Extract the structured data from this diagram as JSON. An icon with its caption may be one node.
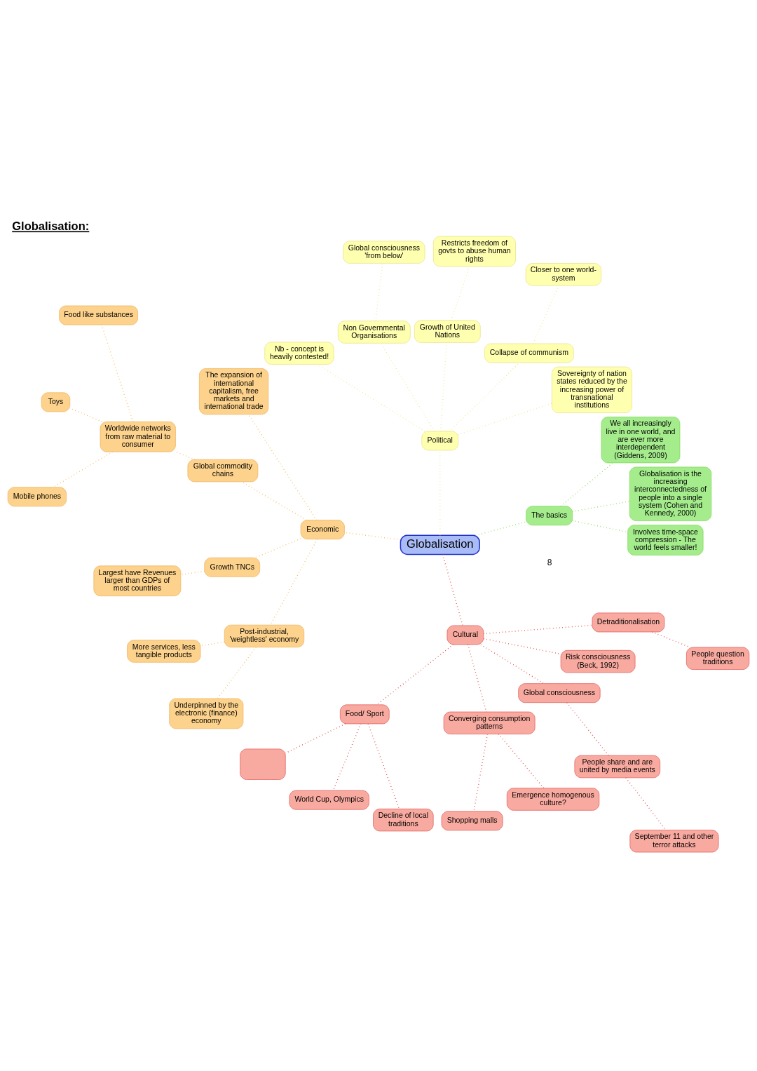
{
  "diagram": {
    "title": "Globalisation:",
    "nodes": [
      {
        "text": [
          "Globalisation"
        ]
      },
      {
        "text": [
          "The basics"
        ]
      },
      {
        "text": [
          "Involves time-space compression - The world feels smaller!"
        ]
      },
      {
        "text": [
          "Globalisation is the increasing interconnectedness of people into a single system (Cohen and Kennedy, 2000)"
        ]
      },
      {
        "text": [
          "We all increasingly live in one world, and are ever more interdependent (Giddens, 2009)"
        ]
      },
      {
        "text": [
          "Political"
        ]
      },
      {
        "text": [
          "Sovereignty of nation states reduced by the increasing power of transnational institutions"
        ]
      },
      {
        "text": [
          "Collapse of communism"
        ]
      },
      {
        "text": [
          "Closer to one world-system"
        ]
      },
      {
        "text": [
          "Growth of United Nations"
        ]
      },
      {
        "text": [
          "Restricts freedom of govts to abuse human rights"
        ]
      },
      {
        "text": [
          "Non Governmental Organisations"
        ]
      },
      {
        "text": [
          "Global consciousness 'from below'"
        ]
      },
      {
        "text": [
          "Nb - concept is heavily contested!"
        ]
      },
      {
        "text": [
          "Economic"
        ]
      },
      {
        "text": [
          "The expansion of international capitalism, free markets and international trade"
        ]
      },
      {
        "text": [
          "Global commodity chains"
        ]
      },
      {
        "text": [
          "Worldwide networks from raw material to consumer"
        ]
      },
      {
        "text": [
          "Food like substances"
        ]
      },
      {
        "text": [
          "Toys"
        ]
      },
      {
        "text": [
          "Mobile phones"
        ]
      },
      {
        "text": [
          "Growth TNCs"
        ]
      },
      {
        "text": [
          "Largest have Revenues larger than GDPs of most countries"
        ]
      },
      {
        "text": [
          "Post-industrial, 'weightless' economy"
        ]
      },
      {
        "text": [
          "More services, less tangible products"
        ]
      },
      {
        "text": [
          "Underpinned by the electronic (finance) economy"
        ]
      },
      {
        "text": [
          "Cultural"
        ]
      },
      {
        "text": [
          "Food/ Sport"
        ]
      },
      {
        "text": [],
        "shape": "box"
      },
      {
        "text": [
          "World Cup, Olympics"
        ]
      },
      {
        "text": [
          "Decline of local traditions"
        ]
      },
      {
        "text": [
          "Converging consumption patterns"
        ]
      },
      {
        "text": [
          "Shopping malls"
        ]
      },
      {
        "text": [
          "Emergence homogenous culture?"
        ]
      },
      {
        "text": [
          "Global consciousness"
        ]
      },
      {
        "text": [
          "People share and are united by media events"
        ]
      },
      {
        "text": [
          "September 11 and other terror attacks"
        ]
      },
      {
        "text": [
          "Risk consciousness (Beck, 1992)"
        ]
      },
      {
        "text": [
          "Detraditionalisation"
        ]
      },
      {
        "text": [
          "People question traditions"
        ]
      }
    ],
    "edges": [
      {
        "from": 0,
        "to": 1,
        "arrow": "none",
        "color": "#7ed957"
      },
      {
        "from": 1,
        "to": 2,
        "arrow": "none",
        "color": "#7ed957"
      },
      {
        "from": 1,
        "to": 3,
        "arrow": "none",
        "color": "#7ed957"
      },
      {
        "from": 1,
        "to": 4,
        "arrow": "none",
        "color": "#7ed957"
      },
      {
        "from": 0,
        "to": 5,
        "arrow": "none",
        "color": "#f0e68c"
      },
      {
        "from": 5,
        "to": 6,
        "arrow": "none",
        "color": "#f0e68c"
      },
      {
        "from": 5,
        "to": 7,
        "arrow": "none",
        "color": "#f0e68c"
      },
      {
        "from": 7,
        "to": 8,
        "arrow": "none",
        "color": "#f0e68c"
      },
      {
        "from": 5,
        "to": 9,
        "arrow": "none",
        "color": "#f0e68c"
      },
      {
        "from": 9,
        "to": 10,
        "arrow": "none",
        "color": "#f0e68c"
      },
      {
        "from": 5,
        "to": 11,
        "arrow": "none",
        "color": "#f0e68c"
      },
      {
        "from": 11,
        "to": 12,
        "arrow": "none",
        "color": "#f0e68c"
      },
      {
        "from": 5,
        "to": 13,
        "arrow": "none",
        "color": "#f0e68c"
      },
      {
        "from": 0,
        "to": 14,
        "arrow": "none",
        "color": "#f5b553"
      },
      {
        "from": 14,
        "to": 15,
        "arrow": "none",
        "color": "#f5b553"
      },
      {
        "from": 14,
        "to": 16,
        "arrow": "none",
        "color": "#f5b553"
      },
      {
        "from": 16,
        "to": 17,
        "arrow": "none",
        "color": "#f5b553"
      },
      {
        "from": 17,
        "to": 18,
        "arrow": "none",
        "color": "#f5b553"
      },
      {
        "from": 17,
        "to": 19,
        "arrow": "none",
        "color": "#f5b553"
      },
      {
        "from": 17,
        "to": 20,
        "arrow": "none",
        "color": "#f5b553"
      },
      {
        "from": 14,
        "to": 21,
        "arrow": "none",
        "color": "#f5b553"
      },
      {
        "from": 21,
        "to": 22,
        "arrow": "none",
        "color": "#f5b553"
      },
      {
        "from": 14,
        "to": 23,
        "arrow": "none",
        "color": "#f5b553"
      },
      {
        "from": 23,
        "to": 24,
        "arrow": "none",
        "color": "#f5b553"
      },
      {
        "from": 23,
        "to": 25,
        "arrow": "none",
        "color": "#f5b553"
      },
      {
        "from": 0,
        "to": 26,
        "arrow": "none",
        "color": "#e03c3c"
      },
      {
        "from": 26,
        "to": 27,
        "arrow": "none",
        "color": "#e03c3c"
      },
      {
        "from": 27,
        "to": 28,
        "arrow": "none",
        "color": "#e03c3c"
      },
      {
        "from": 27,
        "to": 29,
        "arrow": "none",
        "color": "#e03c3c"
      },
      {
        "from": 27,
        "to": 30,
        "arrow": "none",
        "color": "#e03c3c"
      },
      {
        "from": 26,
        "to": 31,
        "arrow": "none",
        "color": "#e03c3c"
      },
      {
        "from": 31,
        "to": 32,
        "arrow": "none",
        "color": "#e03c3c"
      },
      {
        "from": 31,
        "to": 33,
        "arrow": "none",
        "color": "#e03c3c"
      },
      {
        "from": 26,
        "to": 34,
        "arrow": "none",
        "color": "#e03c3c"
      },
      {
        "from": 34,
        "to": 35,
        "arrow": "none",
        "color": "#e03c3c"
      },
      {
        "from": 35,
        "to": 36,
        "arrow": "none",
        "color": "#e03c3c"
      },
      {
        "from": 26,
        "to": 37,
        "arrow": "none",
        "color": "#e03c3c"
      },
      {
        "from": 26,
        "to": 38,
        "arrow": "none",
        "color": "#e03c3c"
      },
      {
        "from": 38,
        "to": 39,
        "arrow": "none",
        "color": "#e03c3c"
      }
    ],
    "labels": [
      "8"
    ]
  }
}
